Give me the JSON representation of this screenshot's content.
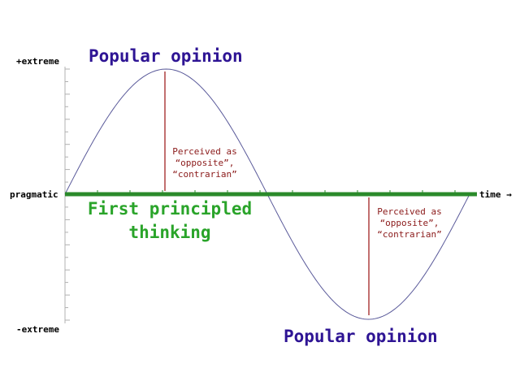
{
  "diagram": {
    "axis": {
      "top_label": "+extreme",
      "middle_label": "pragmatic",
      "bottom_label": "-extreme",
      "time_label": "time →"
    },
    "labels": {
      "popular_top": "Popular opinion",
      "popular_bottom": "Popular opinion",
      "first_principled_line1": "First principled",
      "first_principled_line2": "thinking"
    },
    "annotations": {
      "left": [
        "Perceived as",
        "“opposite”,",
        "“contrarian”"
      ],
      "right": [
        "Perceived as",
        "“opposite”,",
        "“contrarian”"
      ]
    },
    "colors": {
      "curve": "#5a5a9a",
      "pragmatic_line": "#2a8a2a",
      "popular_text": "#2e1494",
      "first_principled_text": "#2aa42a",
      "perceived_text": "#8b1a1a",
      "marker_line": "#9a1010",
      "axis": "#b0b0b0"
    }
  }
}
